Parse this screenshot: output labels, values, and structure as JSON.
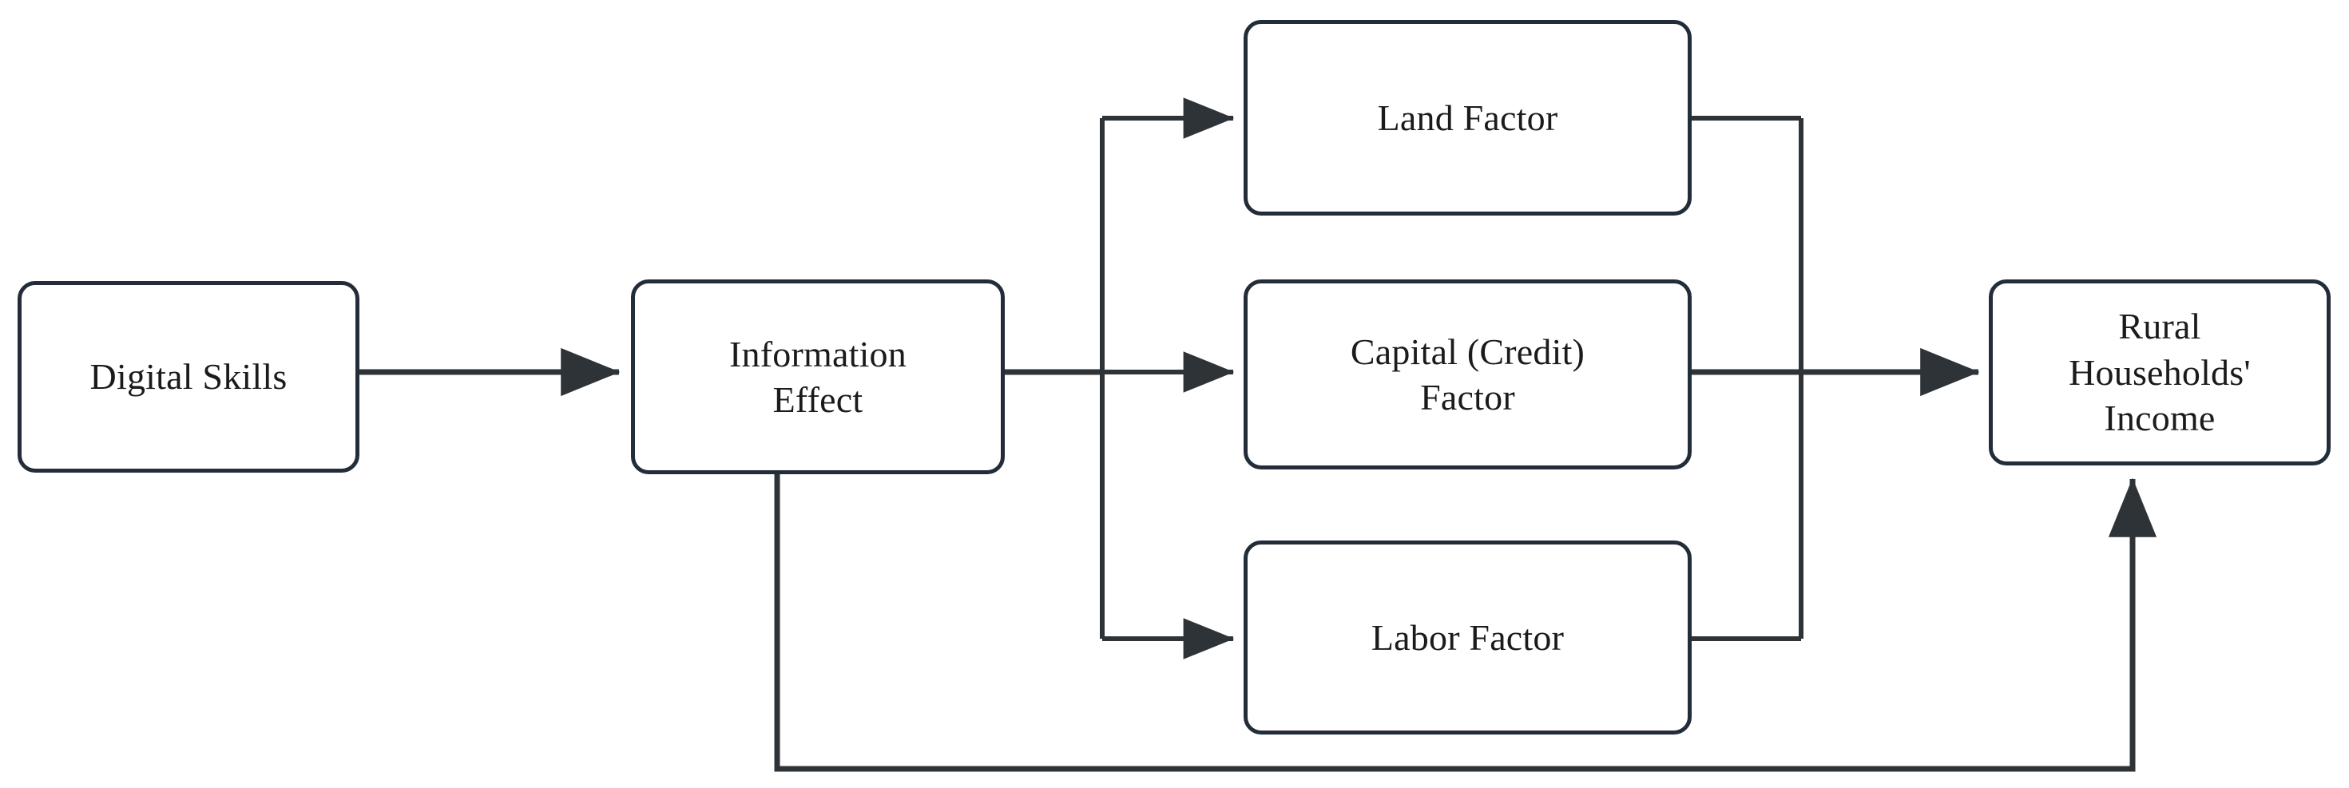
{
  "diagram": {
    "type": "flowchart",
    "orientation": "left-to-right",
    "background_color": "#ffffff",
    "stroke_color": "#232d39",
    "text_color": "#1b1b1b",
    "nodes": [
      {
        "id": "digital-skills",
        "label": "Digital Skills",
        "shape": "rounded-rectangle",
        "column": 1
      },
      {
        "id": "information",
        "label": "Information\nEffect",
        "shape": "rounded-rectangle",
        "column": 2
      },
      {
        "id": "land",
        "label": "Land Factor",
        "shape": "rounded-rectangle",
        "column": 3,
        "row": 1
      },
      {
        "id": "capital",
        "label": "Capital (Credit)\nFactor",
        "shape": "rounded-rectangle",
        "column": 3,
        "row": 2
      },
      {
        "id": "labor",
        "label": "Labor Factor",
        "shape": "rounded-rectangle",
        "column": 3,
        "row": 3
      },
      {
        "id": "rural",
        "label": "Rural\nHouseholds'\nIncome",
        "shape": "rounded-rectangle",
        "column": 4
      }
    ],
    "edges": [
      {
        "id": "e1",
        "from": "digital-skills",
        "to": "information",
        "style": "straight",
        "arrow": "end"
      },
      {
        "id": "e2",
        "from": "information",
        "to": "land",
        "style": "orthogonal",
        "arrow": "end"
      },
      {
        "id": "e3",
        "from": "information",
        "to": "capital",
        "style": "straight",
        "arrow": "end"
      },
      {
        "id": "e4",
        "from": "information",
        "to": "labor",
        "style": "orthogonal",
        "arrow": "end"
      },
      {
        "id": "e5",
        "from": "land",
        "to": "rural",
        "style": "orthogonal",
        "arrow": "none"
      },
      {
        "id": "e6",
        "from": "capital",
        "to": "rural",
        "style": "straight",
        "arrow": "end"
      },
      {
        "id": "e7",
        "from": "labor",
        "to": "rural",
        "style": "orthogonal",
        "arrow": "none"
      },
      {
        "id": "e8",
        "from": "information",
        "to": "rural",
        "style": "orthogonal",
        "arrow": "end",
        "note": "direct bottom feedback path"
      }
    ]
  }
}
